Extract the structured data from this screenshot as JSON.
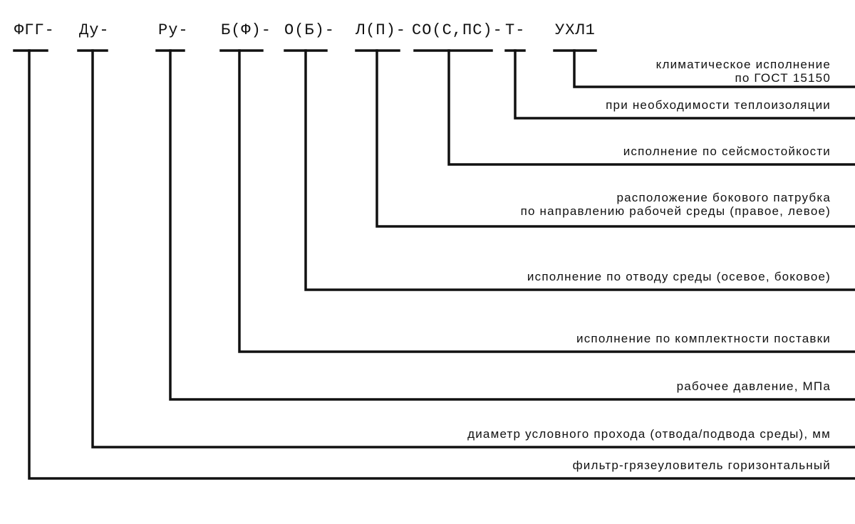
{
  "codes": [
    "ФГГ-",
    "Ду-",
    "Ру-",
    "Б(Ф)-",
    "О(Б)-",
    "Л(П)-",
    "СО(С,ПС)-",
    "Т-",
    "УХЛ1"
  ],
  "descriptions": {
    "climate_line1": "климатическое исполнение",
    "climate_line2": "по ГОСТ 15150",
    "insulation": "при необходимости теплоизоляции",
    "seismic": "исполнение по сейсмостойкости",
    "nozzle_line1": "расположение бокового патрубка",
    "nozzle_line2": "по направлению рабочей среды (правое, левое)",
    "outlet": "исполнение по отводу среды (осевое, боковое)",
    "delivery": "исполнение по комплектности поставки",
    "pressure": "рабочее давление, МПа",
    "diameter": "диаметр условного прохода (отвода/подвода среды), мм",
    "filter": "фильтр-грязеуловитель горизонтальный"
  },
  "colors": {
    "line": "#111111",
    "text": "#111111",
    "background": "#ffffff"
  }
}
